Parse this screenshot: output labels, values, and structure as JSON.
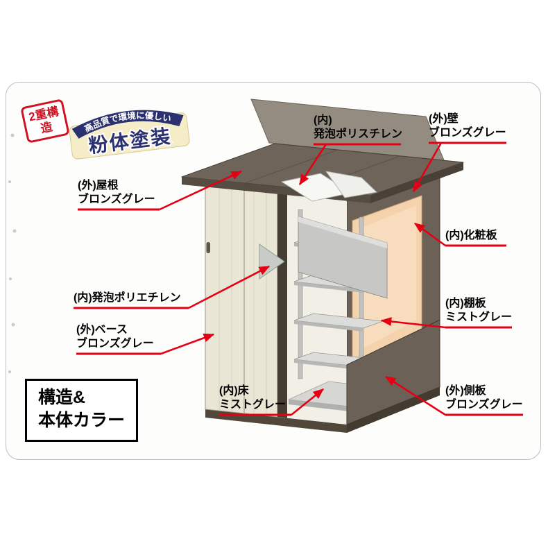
{
  "badge_double": {
    "text": "2重構造"
  },
  "stamp": {
    "banner": "高品質で環境に優しい",
    "main": "粉体塗装"
  },
  "title_box": {
    "line1": "構造&",
    "line2": "本体カラー"
  },
  "callouts": {
    "roof": {
      "line1": "(外)屋根",
      "line2": "ブロンズグレー"
    },
    "polystyrene": {
      "line1": "(内)",
      "line2": "発泡ポリスチレン"
    },
    "wall": {
      "line1": "(外)壁",
      "line2": "ブロンズグレー"
    },
    "veneer": {
      "line1": "(内)化粧板"
    },
    "polyethylene": {
      "line1": "(内)発泡ポリエチレン"
    },
    "shelf": {
      "line1": "(内)棚板",
      "line2": "ミストグレー"
    },
    "base": {
      "line1": "(外)ベース",
      "line2": "ブロンズグレー"
    },
    "floor": {
      "line1": "(内)床",
      "line2": "ミストグレー"
    },
    "side": {
      "line1": "(外)側板",
      "line2": "ブロンズグレー"
    }
  },
  "colors": {
    "accent_red": "#e50013",
    "stamp_navy": "#2b3170",
    "stamp_cream": "#f5ecc8",
    "badge_red": "#d01222",
    "bronze_gray": "#6b6156",
    "mist_gray": "#d6d7d5",
    "interior_peach": "#f3d2ac",
    "door_cream": "#eae6d6"
  }
}
